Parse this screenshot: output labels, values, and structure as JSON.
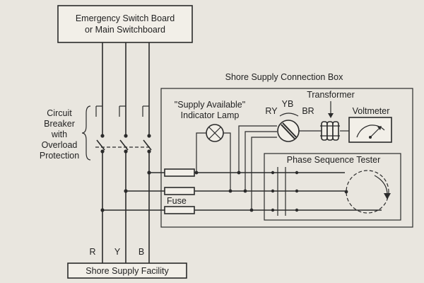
{
  "top_box": {
    "line1": "Emergency Switch Board",
    "line2": "or Main Switchboard"
  },
  "bottom_box": {
    "label": "Shore Supply Facility"
  },
  "connection_box": {
    "title": "Shore Supply Connection Box"
  },
  "circuit_breaker": {
    "line1": "Circuit",
    "line2": "Breaker",
    "line3": "with",
    "line4": "Overload",
    "line5": "Protection"
  },
  "indicator_lamp": {
    "line1": "\"Supply Available\"",
    "line2": "Indicator Lamp"
  },
  "selector": {
    "ry": "RY",
    "yb": "YB",
    "br": "BR"
  },
  "transformer": {
    "label": "Transformer"
  },
  "voltmeter": {
    "label": "Voltmeter"
  },
  "phase_tester": {
    "label": "Phase Sequence Tester"
  },
  "fuse": {
    "label": "Fuse"
  },
  "phases": {
    "r": "R",
    "y": "Y",
    "b": "B"
  }
}
